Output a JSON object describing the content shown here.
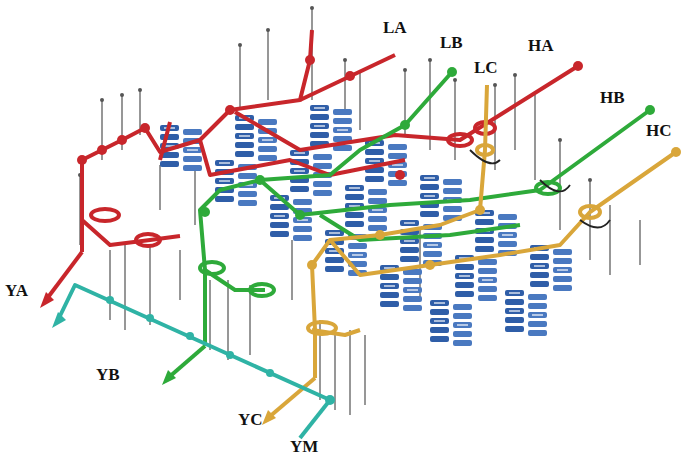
{
  "diagram": {
    "labels": [
      "LA",
      "LB",
      "LC",
      "HA",
      "HB",
      "HC",
      "YA",
      "YB",
      "YC",
      "YM"
    ]
  }
}
